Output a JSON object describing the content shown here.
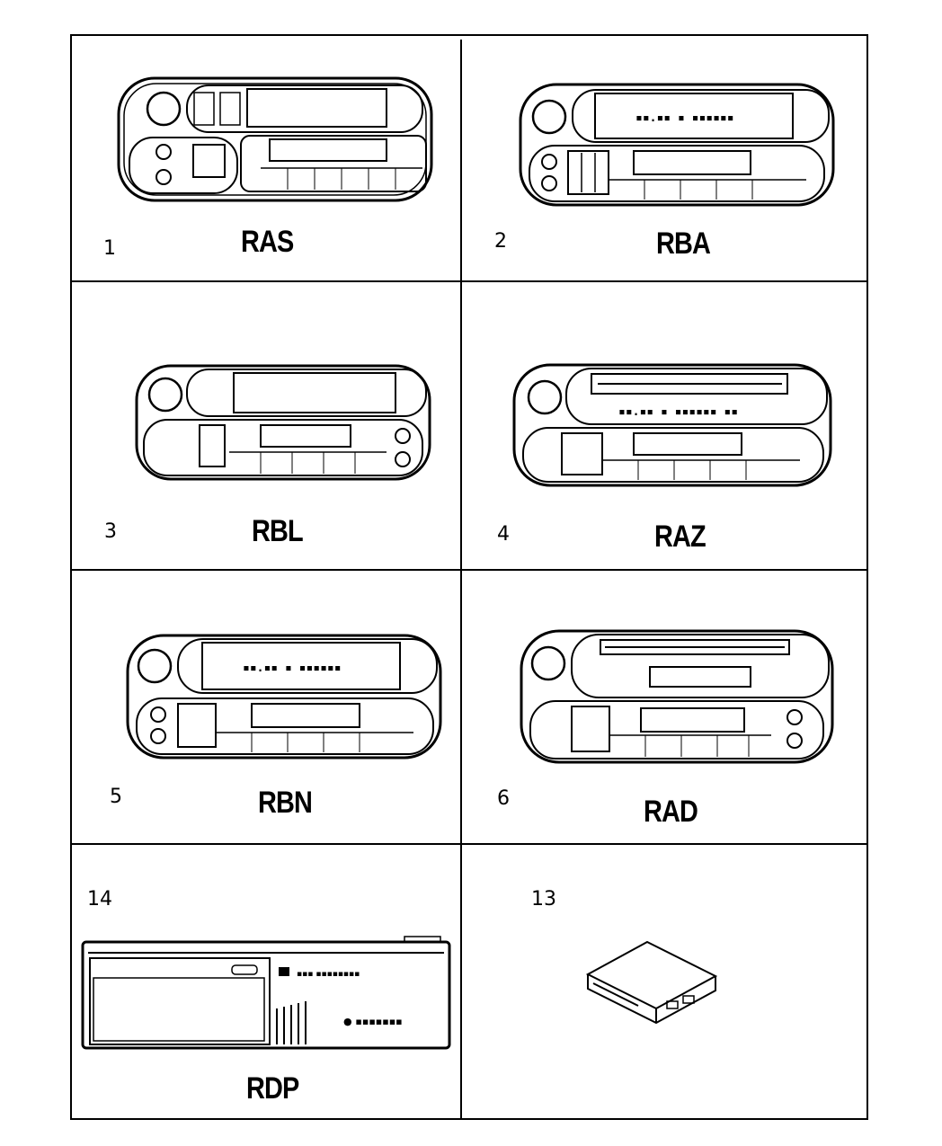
{
  "cells": [
    {
      "number": "1",
      "code": "RAS"
    },
    {
      "number": "2",
      "code": "RBA"
    },
    {
      "number": "3",
      "code": "RBL"
    },
    {
      "number": "4",
      "code": "RAZ"
    },
    {
      "number": "5",
      "code": "RBN"
    },
    {
      "number": "6",
      "code": "RAD"
    },
    {
      "number": "14",
      "code": "RDP"
    },
    {
      "number": "13",
      "code": ""
    }
  ],
  "colors": {
    "line": "#000000",
    "background": "#ffffff"
  }
}
